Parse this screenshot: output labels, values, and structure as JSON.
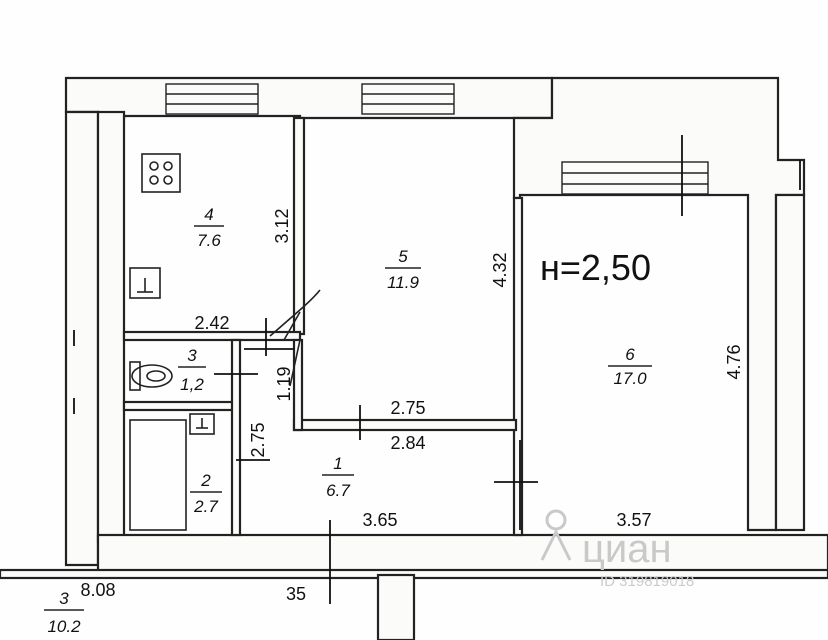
{
  "ceiling_height": "н=2,50",
  "rooms": [
    {
      "num": "1",
      "area": "6.7"
    },
    {
      "num": "2",
      "area": "2.7"
    },
    {
      "num": "3",
      "area": "1,2"
    },
    {
      "num": "4",
      "area": "7.6"
    },
    {
      "num": "5",
      "area": "11.9"
    },
    {
      "num": "6",
      "area": "17.0"
    },
    {
      "num": "3",
      "area": "10.2"
    }
  ],
  "dimensions": {
    "kitchen_height": "3.12",
    "kitchen_width": "2.42",
    "room5_height": "4.32",
    "room5_width": "2.75",
    "room6_height": "4.76",
    "room6_width": "3.57",
    "hall_upper_width": "2.84",
    "hall_lower_width": "3.65",
    "hall_height": "2.75",
    "wc_height": "1.19",
    "neighbor_dim": "8.08",
    "flat_number": "35"
  },
  "watermark": {
    "brand": "циан",
    "listing_id": "ID 319819018"
  }
}
